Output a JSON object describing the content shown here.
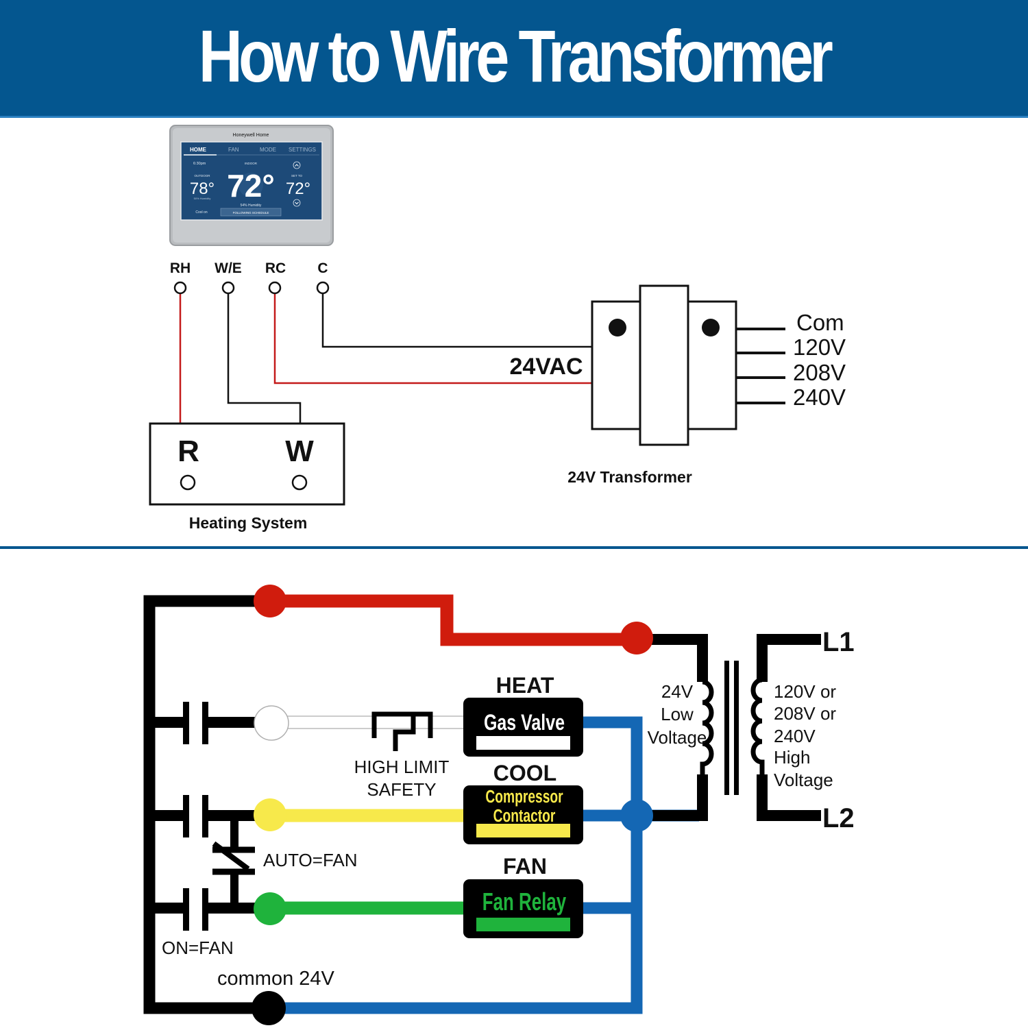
{
  "title": "How to Wire Transformer",
  "colors": {
    "banner": "#04568f",
    "hot_wire": "#d01c0d",
    "common_wire": "#1467b4",
    "heat_wire": "#ffffff",
    "cool_wire": "#f7e94b",
    "fan_wire": "#1fb33c",
    "black_wire": "#000000"
  },
  "thermostat": {
    "brand": "Honeywell Home",
    "tabs": [
      "HOME",
      "FAN",
      "MODE",
      "SETTINGS"
    ],
    "time": "6:30pm",
    "outdoor_label": "OUTDOOR",
    "outdoor_temp": "78°",
    "outdoor_humidity": "50% Humidity",
    "indoor_label": "INDOOR",
    "indoor_temp": "72°",
    "indoor_humidity": "54% Humidity",
    "set_to_label": "SET TO",
    "set_temp": "72°",
    "status_left": "Cool on",
    "status_button": "FOLLOWING SCHEDULE"
  },
  "top_diagram": {
    "terminals": [
      "RH",
      "W/E",
      "RC",
      "C"
    ],
    "wire_label": "24VAC",
    "heating_system": {
      "label": "Heating System",
      "terminals": [
        "R",
        "W"
      ]
    },
    "transformer": {
      "label": "24V Transformer",
      "taps": [
        "Com",
        "120V",
        "208V",
        "240V"
      ]
    }
  },
  "bottom_diagram": {
    "loads": [
      {
        "mode": "HEAT",
        "device": "Gas Valve",
        "color": "#ffffff"
      },
      {
        "mode": "COOL",
        "device_line1": "Compressor",
        "device_line2": "Contactor",
        "color": "#f7e94b"
      },
      {
        "mode": "FAN",
        "device": "Fan Relay",
        "color": "#1fb33c"
      }
    ],
    "high_limit_line1": "HIGH LIMIT",
    "high_limit_line2": "SAFETY",
    "auto_fan": "AUTO=FAN",
    "on_fan": "ON=FAN",
    "common": "common 24V",
    "low_voltage": [
      "24V",
      "Low",
      "Voltage"
    ],
    "high_voltage": [
      "120V or",
      "208V or",
      "240V",
      "High",
      "Voltage"
    ],
    "line1": "L1",
    "line2": "L2"
  }
}
